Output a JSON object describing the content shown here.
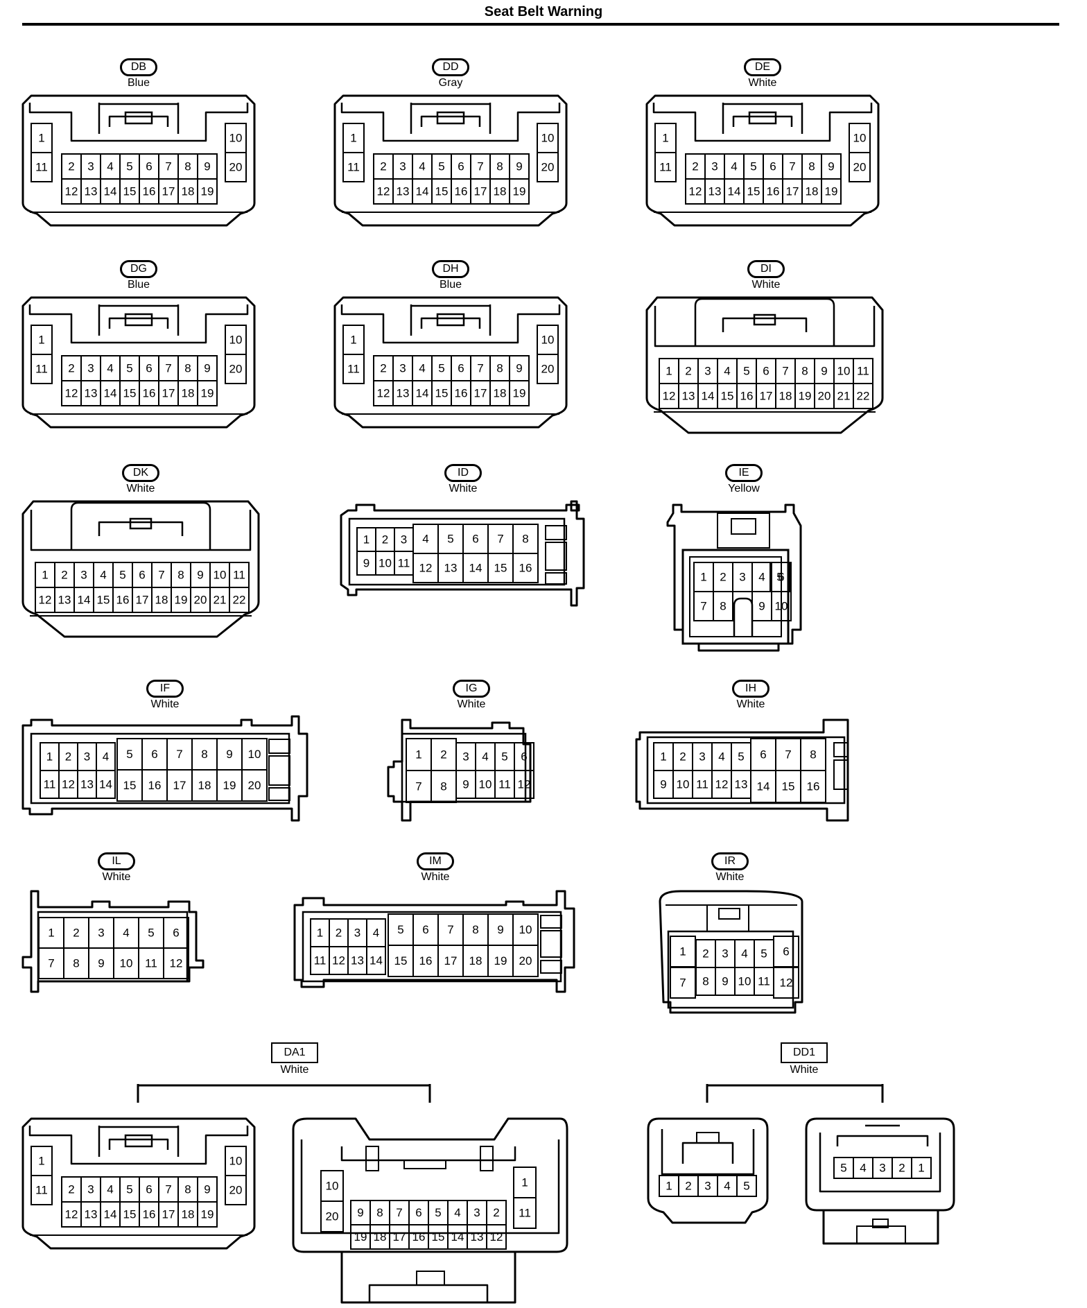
{
  "title": "Seat Belt Warning",
  "connectors": {
    "DB": {
      "code": "DB",
      "color": "Blue",
      "pins": [
        "1",
        "2",
        "3",
        "4",
        "5",
        "6",
        "7",
        "8",
        "9",
        "10",
        "11",
        "12",
        "13",
        "14",
        "15",
        "16",
        "17",
        "18",
        "19",
        "20"
      ]
    },
    "DD": {
      "code": "DD",
      "color": "Gray",
      "pins": [
        "1",
        "2",
        "3",
        "4",
        "5",
        "6",
        "7",
        "8",
        "9",
        "10",
        "11",
        "12",
        "13",
        "14",
        "15",
        "16",
        "17",
        "18",
        "19",
        "20"
      ]
    },
    "DE": {
      "code": "DE",
      "color": "White",
      "pins": [
        "1",
        "2",
        "3",
        "4",
        "5",
        "6",
        "7",
        "8",
        "9",
        "10",
        "11",
        "12",
        "13",
        "14",
        "15",
        "16",
        "17",
        "18",
        "19",
        "20"
      ]
    },
    "DG": {
      "code": "DG",
      "color": "Blue",
      "pins": [
        "1",
        "2",
        "3",
        "4",
        "5",
        "6",
        "7",
        "8",
        "9",
        "10",
        "11",
        "12",
        "13",
        "14",
        "15",
        "16",
        "17",
        "18",
        "19",
        "20"
      ]
    },
    "DH": {
      "code": "DH",
      "color": "Blue",
      "pins": [
        "1",
        "2",
        "3",
        "4",
        "5",
        "6",
        "7",
        "8",
        "9",
        "10",
        "11",
        "12",
        "13",
        "14",
        "15",
        "16",
        "17",
        "18",
        "19",
        "20"
      ]
    },
    "DI": {
      "code": "DI",
      "color": "White",
      "pins": [
        "1",
        "2",
        "3",
        "4",
        "5",
        "6",
        "7",
        "8",
        "9",
        "10",
        "11",
        "12",
        "13",
        "14",
        "15",
        "16",
        "17",
        "18",
        "19",
        "20",
        "21",
        "22"
      ]
    },
    "DK": {
      "code": "DK",
      "color": "White",
      "pins": [
        "1",
        "2",
        "3",
        "4",
        "5",
        "6",
        "7",
        "8",
        "9",
        "10",
        "11",
        "12",
        "13",
        "14",
        "15",
        "16",
        "17",
        "18",
        "19",
        "20",
        "21",
        "22"
      ]
    },
    "ID": {
      "code": "ID",
      "color": "White",
      "pins": [
        "1",
        "2",
        "3",
        "4",
        "5",
        "6",
        "7",
        "8",
        "9",
        "10",
        "11",
        "12",
        "13",
        "14",
        "15",
        "16"
      ]
    },
    "IE": {
      "code": "IE",
      "color": "Yellow",
      "pins": [
        "1",
        "2",
        "3",
        "4",
        "5",
        "6",
        "7",
        "8",
        "9",
        "10"
      ]
    },
    "IF": {
      "code": "IF",
      "color": "White",
      "pins": [
        "1",
        "2",
        "3",
        "4",
        "5",
        "6",
        "7",
        "8",
        "9",
        "10",
        "11",
        "12",
        "13",
        "14",
        "15",
        "16",
        "17",
        "18",
        "19",
        "20"
      ]
    },
    "IG": {
      "code": "IG",
      "color": "White",
      "pins": [
        "1",
        "2",
        "3",
        "4",
        "5",
        "6",
        "7",
        "8",
        "9",
        "10",
        "11",
        "12"
      ]
    },
    "IH": {
      "code": "IH",
      "color": "White",
      "pins": [
        "1",
        "2",
        "3",
        "4",
        "5",
        "6",
        "7",
        "8",
        "9",
        "10",
        "11",
        "12",
        "13",
        "14",
        "15",
        "16"
      ]
    },
    "IL": {
      "code": "IL",
      "color": "White",
      "pins": [
        "1",
        "2",
        "3",
        "4",
        "5",
        "6",
        "7",
        "8",
        "9",
        "10",
        "11",
        "12"
      ]
    },
    "IM": {
      "code": "IM",
      "color": "White",
      "pins": [
        "1",
        "2",
        "3",
        "4",
        "5",
        "6",
        "7",
        "8",
        "9",
        "10",
        "11",
        "12",
        "13",
        "14",
        "15",
        "16",
        "17",
        "18",
        "19",
        "20"
      ]
    },
    "IR": {
      "code": "IR",
      "color": "White",
      "pins": [
        "1",
        "2",
        "3",
        "4",
        "5",
        "6",
        "7",
        "8",
        "9",
        "10",
        "11",
        "12"
      ]
    },
    "DA1": {
      "code": "DA1",
      "color": "White",
      "pins": [
        "1",
        "2",
        "3",
        "4",
        "5",
        "6",
        "7",
        "8",
        "9",
        "10",
        "11",
        "12",
        "13",
        "14",
        "15",
        "16",
        "17",
        "18",
        "19",
        "20"
      ]
    },
    "DD1": {
      "code": "DD1",
      "color": "White",
      "pins": [
        "1",
        "2",
        "3",
        "4",
        "5"
      ]
    }
  }
}
